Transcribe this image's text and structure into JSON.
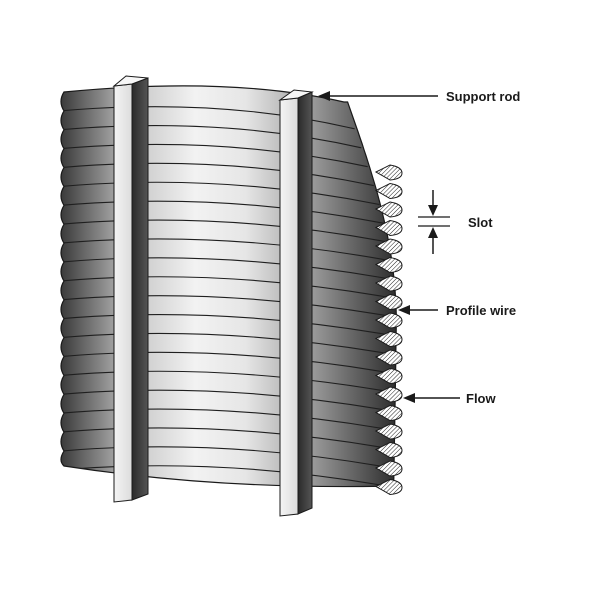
{
  "labels": {
    "support_rod": "Support rod",
    "slot": "Slot",
    "profile_wire": "Profile wire",
    "flow": "Flow"
  },
  "colors": {
    "ink": "#1a1a1a",
    "background": "#ffffff"
  }
}
